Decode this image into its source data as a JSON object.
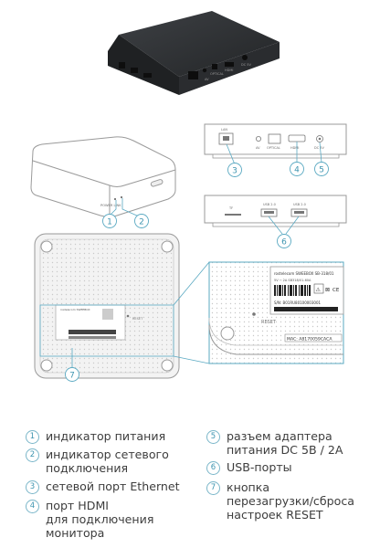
{
  "callouts": [
    "1",
    "2",
    "3",
    "4",
    "5",
    "6",
    "7"
  ],
  "back_panel_labels": {
    "lan": "LAN",
    "av": "AV",
    "optical": "OPTICAL",
    "hdmi": "HDMI",
    "dc": "DC 5V"
  },
  "side_panel_labels": {
    "tf": "TF",
    "usb1": "USB 2.0",
    "usb2": "USB 2.0"
  },
  "sticker_labels": {
    "brand": "rostelecom SWEEBOX SB-318/01",
    "model_line": "5V ⎓ 2A  SB318/01-60A",
    "sn": "S/N:  B01RU80100003001",
    "mac": "MAC: A8170059CACA",
    "reset": "RESET"
  },
  "legend": [
    {
      "num": "1",
      "text": "индикатор питания"
    },
    {
      "num": "2",
      "text": "индикатор сетевого\nподключения"
    },
    {
      "num": "3",
      "text": "сетевой порт Ethernet"
    },
    {
      "num": "4",
      "text": "порт HDMI\nдля подключения\nмонитора"
    },
    {
      "num": "5",
      "text": "разъем адаптера\nпитания DC 5В / 2А"
    },
    {
      "num": "6",
      "text": "USB-порты"
    },
    {
      "num": "7",
      "text": "кнопка\nперезагрузки/сброса\nнастроек RESET"
    }
  ],
  "colors": {
    "callout": "#5aa9c2",
    "device_dark": "#2c2e31",
    "outline": "#9a9a9a"
  }
}
